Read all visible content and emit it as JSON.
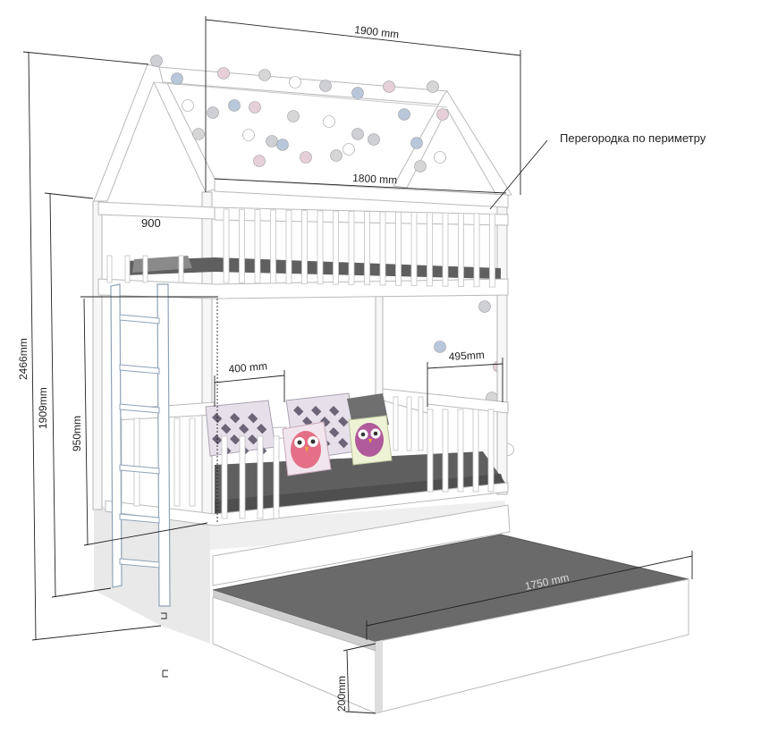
{
  "dimensions": {
    "width_total": "1900 mm",
    "width_inner": "1800 mm",
    "height_total": "2466mm",
    "height_frame": "1909mm",
    "height_lower": "950mm",
    "top_opening": "900",
    "lower_opening_left": "400 mm",
    "lower_opening_right": "495mm",
    "drawer_length": "1750  mm",
    "drawer_height": "200mm"
  },
  "callouts": {
    "perimeter_partition": "Перегородка по периметру"
  },
  "colors": {
    "frame": "#ffffff",
    "frame_edge": "#b9b9b9",
    "mattress": "#5f5f5f",
    "drawer_top": "#6a6a6a",
    "shadow": "#e8e8e8",
    "ladder_edge": "#8fa3b8"
  },
  "decor": {
    "pillows": [
      "pillow-checked-1",
      "pillow-checked-2",
      "pillow-owl-pink",
      "pillow-owl-purple"
    ],
    "garland_ball_colors": [
      "#cfcfd6",
      "#b9c7db",
      "#e6cfd9",
      "#d6d6d6",
      "#ffffff"
    ]
  }
}
